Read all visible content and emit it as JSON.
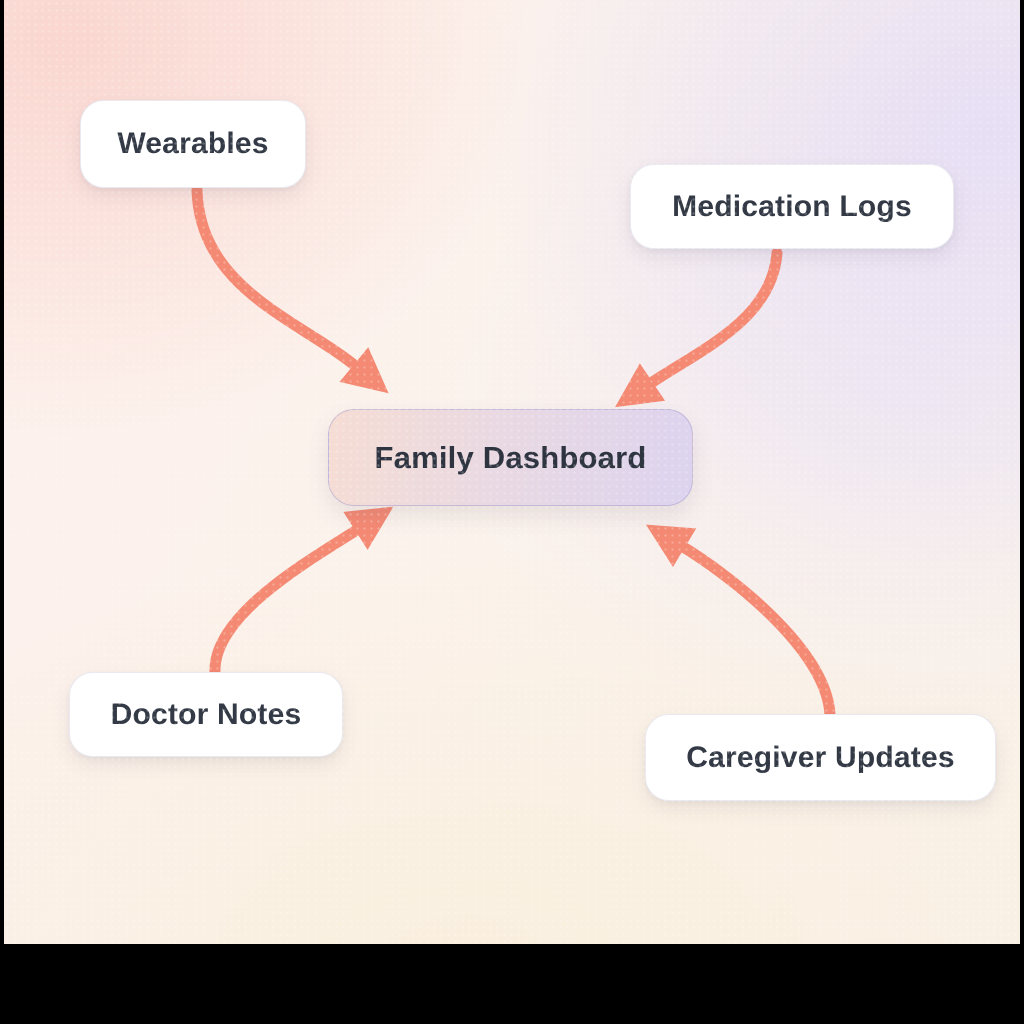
{
  "diagram": {
    "type": "hub-and-spoke mind map",
    "center_node": {
      "id": "family-dashboard",
      "label": "Family Dashboard"
    },
    "source_nodes": [
      {
        "id": "wearables",
        "label": "Wearables",
        "position": "top-left"
      },
      {
        "id": "medication-logs",
        "label": "Medication Logs",
        "position": "top-right"
      },
      {
        "id": "doctor-notes",
        "label": "Doctor Notes",
        "position": "bottom-left"
      },
      {
        "id": "caregiver-updates",
        "label": "Caregiver Updates",
        "position": "bottom-right"
      }
    ],
    "edges": [
      {
        "from": "wearables",
        "to": "family-dashboard"
      },
      {
        "from": "medication-logs",
        "to": "family-dashboard"
      },
      {
        "from": "doctor-notes",
        "to": "family-dashboard"
      },
      {
        "from": "caregiver-updates",
        "to": "family-dashboard"
      }
    ],
    "colors": {
      "arrow": "#f58a74",
      "node_background": "#ffffff",
      "node_text": "#333a46",
      "center_gradient_left": "#f6ddd4",
      "center_gradient_right": "#dcd3ef",
      "background_pink": "#fad5ce",
      "background_lavender": "#e5ddf5",
      "background_cream": "#faefde",
      "letterbox": "#000000"
    }
  }
}
